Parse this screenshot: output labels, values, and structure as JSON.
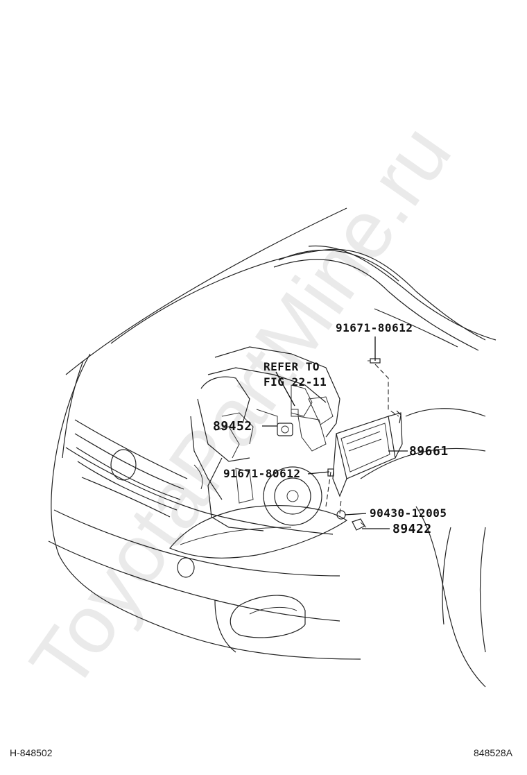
{
  "diagram": {
    "watermark": "ToyotaPartMine.ru",
    "labels": {
      "bolt_upper": "91671-80612",
      "refer_line1": "REFER TO",
      "refer_line2": "FIG 22-11",
      "sensor_89452": "89452",
      "ecu_89661": "89661",
      "bolt_lower": "91671-80612",
      "gasket_90430": "90430-12005",
      "sensor_89422": "89422"
    },
    "footer": {
      "left_code": "H-848502",
      "right_code": "848528A"
    }
  }
}
